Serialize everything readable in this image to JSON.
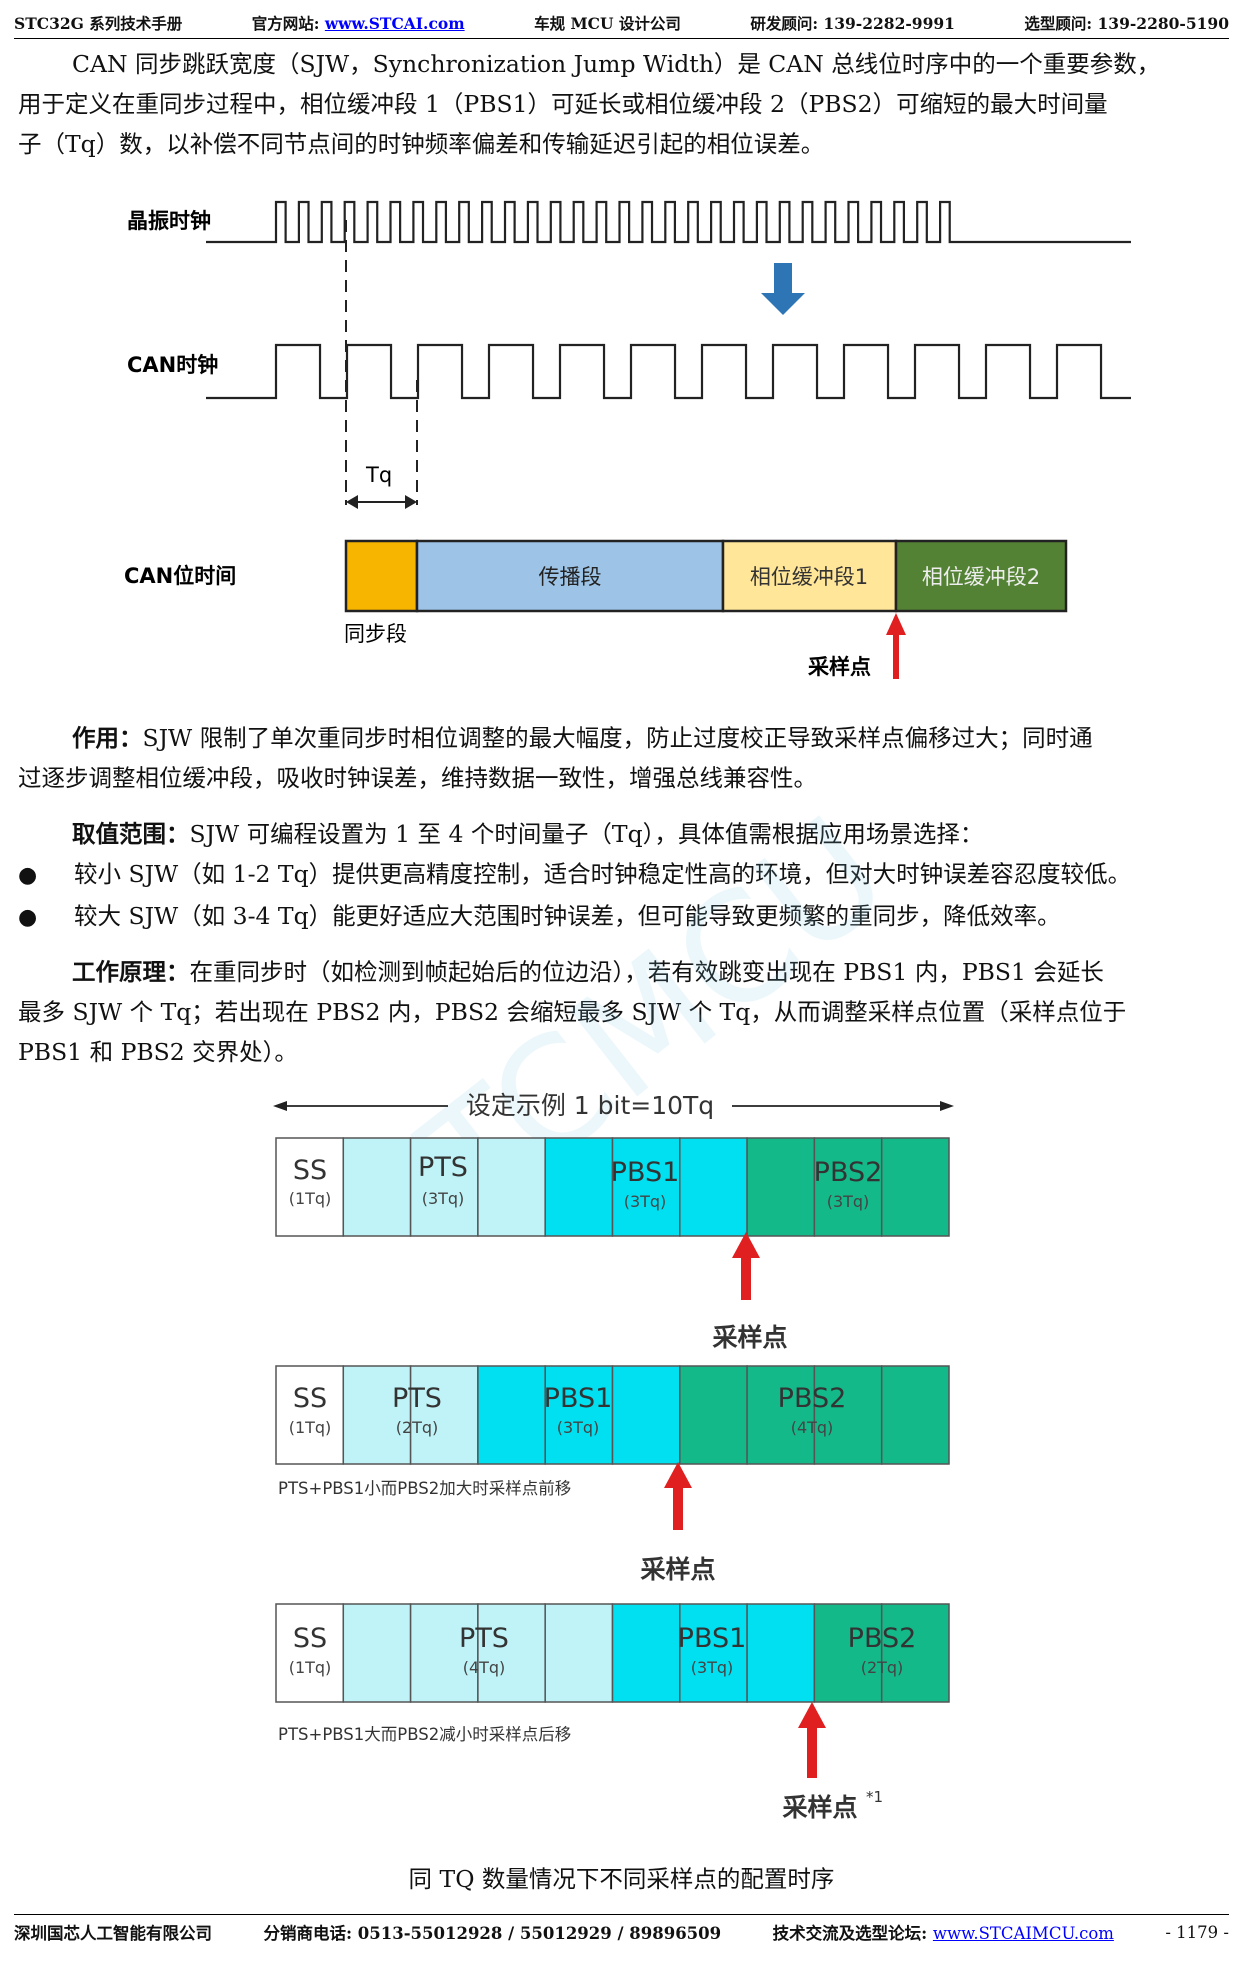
{
  "header": {
    "manual": "STC32G 系列技术手册",
    "site_label": "官方网站: ",
    "site_url": "www.STCAI.com",
    "company": "车规 MCU 设计公司",
    "consult1": "研发顾问: 139-2282-9991",
    "consult2": "选型顾问: 139-2280-5190"
  },
  "intro": [
    "CAN 同步跳跃宽度（SJW，Synchronization Jump Width）是 CAN 总线位时序中的一个重要参数，",
    "用于定义在重同步过程中，相位缓冲段 1（PBS1）可延长或相位缓冲段 2（PBS2）可缩短的最大时间量",
    "子（Tq）数，以补偿不同节点间的时钟频率偏差和传输延迟引起的相位误差。"
  ],
  "fig1": {
    "osc_label": "晶振时钟",
    "can_clock_label": "CAN时钟",
    "tq_label": "Tq",
    "bit_time_label": "CAN位时间",
    "seg_sync": "同步段",
    "seg_prop": "传播段",
    "seg_pbs1": "相位缓冲段1",
    "seg_pbs2": "相位缓冲段2",
    "sample_point": "采样点",
    "colors": {
      "sync": "#f7b500",
      "prop": "#9dc3e6",
      "pbs1": "#ffe699",
      "pbs2": "#548235",
      "arrow_blue": "#2e75b6",
      "arrow_red": "#e02020"
    }
  },
  "effect": {
    "title": "作用：",
    "lines": [
      "SJW 限制了单次重同步时相位调整的最大幅度，防止过度校正导致采样点偏移过大；同时通",
      "过逐步调整相位缓冲段，吸收时钟误差，维持数据一致性，增强总线兼容性。"
    ]
  },
  "range": {
    "title": "取值范围：",
    "text": "SJW 可编程设置为 1 至 4 个时间量子（Tq），具体值需根据应用场景选择：",
    "bullets": [
      "较小 SJW（如 1-2 Tq）提供更高精度控制，适合时钟稳定性高的环境，但对大时钟误差容忍度较低。",
      "较大 SJW（如 3-4 Tq）能更好适应大范围时钟误差，但可能导致更频繁的重同步，降低效率。"
    ]
  },
  "principle": {
    "title": "工作原理：",
    "lines": [
      "在重同步时（如检测到帧起始后的位边沿），若有效跳变出现在 PBS1 内，PBS1 会延长",
      "最多 SJW 个 Tq；若出现在 PBS2 内，PBS2 会缩短最多 SJW 个 Tq，从而调整采样点位置（采样点位于",
      "PBS1 和 PBS2 交界处）。"
    ]
  },
  "fig2": {
    "title": "设定示例 1 bit=10Tq",
    "ss": "SS",
    "ss_n": "(1Tq)",
    "pts": "PTS",
    "pbs1": "PBS1",
    "pbs2": "PBS2",
    "row1": {
      "pts_n": "(3Tq)",
      "pbs1_n": "(3Tq)",
      "pbs2_n": "(3Tq)"
    },
    "row2": {
      "pts_n": "(2Tq)",
      "pbs1_n": "(3Tq)",
      "pbs2_n": "(4Tq)",
      "note": "PTS+PBS1小而PBS2加大时采样点前移"
    },
    "row3": {
      "pts_n": "(4Tq)",
      "pbs1_n": "(3Tq)",
      "pbs2_n": "(2Tq)",
      "note": "PTS+PBS1大而PBS2减小时采样点后移"
    },
    "sample_point": "采样点",
    "footnote_mark": "*1",
    "colors": {
      "ss": "#ffffff",
      "pts": "#bff3f7",
      "pbs1": "#00e0f0",
      "pbs2": "#14b98a"
    }
  },
  "caption": "同 TQ 数量情况下不同采样点的配置时序",
  "footer": {
    "company": "深圳国芯人工智能有限公司",
    "phone": "分销商电话: 0513-55012928 / 55012929 / 89896509",
    "forum_label": "技术交流及选型论坛: ",
    "forum_url": "www.STCAIMCU.com",
    "page": "- 1179 -"
  }
}
